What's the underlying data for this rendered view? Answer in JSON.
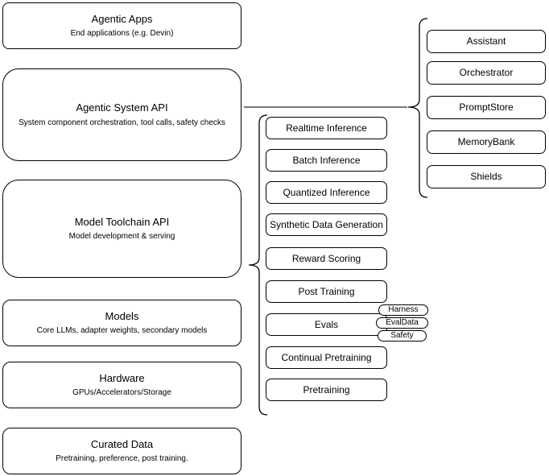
{
  "diagram": {
    "left_stack": [
      {
        "title": "Agentic Apps",
        "subtitle": "End applications (e.g. Devin)"
      },
      {
        "title": "Agentic System API",
        "subtitle": "System component orchestration, tool calls, safety checks"
      },
      {
        "title": "Model Toolchain API",
        "subtitle": "Model development & serving"
      },
      {
        "title": "Models",
        "subtitle": "Core LLMs, adapter weights, secondary models"
      },
      {
        "title": "Hardware",
        "subtitle": "GPUs/Accelerators/Storage"
      },
      {
        "title": "Curated Data",
        "subtitle": "Pretraining, preference, post training."
      }
    ],
    "toolchain_stack": [
      {
        "label": "Realtime Inference"
      },
      {
        "label": "Batch Inference"
      },
      {
        "label": "Quantized Inference"
      },
      {
        "label": "Synthetic Data Generation"
      },
      {
        "label": "Reward Scoring"
      },
      {
        "label": "Post Training"
      },
      {
        "label": "Evals"
      },
      {
        "label": "Continual Pretraining"
      },
      {
        "label": "Pretraining"
      }
    ],
    "evals_pills": [
      {
        "label": "Harness"
      },
      {
        "label": "EvalData"
      },
      {
        "label": "Safety"
      }
    ],
    "system_stack": [
      {
        "label": "Assistant"
      },
      {
        "label": "Orchestrator"
      },
      {
        "label": "PromptStore"
      },
      {
        "label": "MemoryBank"
      },
      {
        "label": "Shields"
      }
    ],
    "colors": {
      "box_border": "#000000",
      "box_fill": "#ffffff",
      "connector": "#4d4d4d"
    }
  }
}
